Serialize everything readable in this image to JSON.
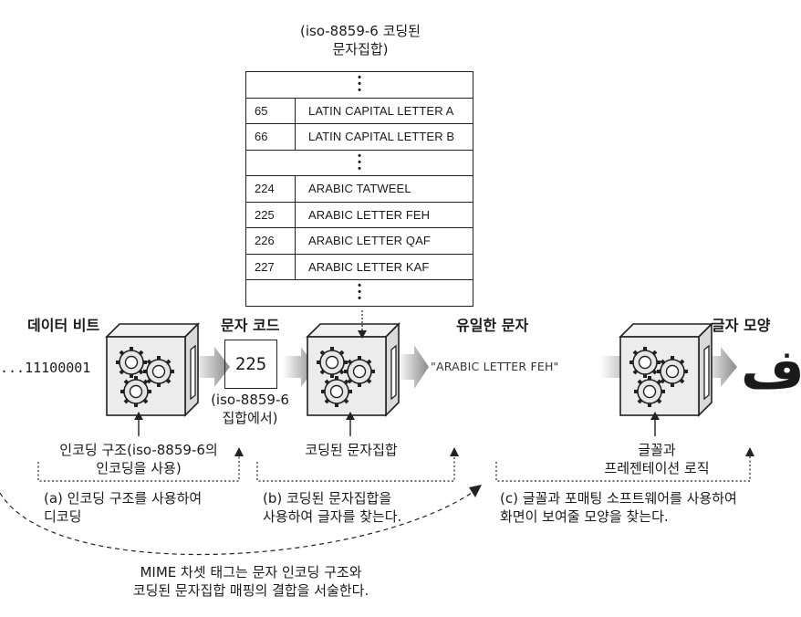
{
  "charset_caption": [
    "(iso-8859-6 코딩된",
    "문자집합)"
  ],
  "charset_rows": [
    {
      "kind": "dots"
    },
    {
      "kind": "entry",
      "code": "65",
      "name": "LATIN CAPITAL LETTER A"
    },
    {
      "kind": "entry",
      "code": "66",
      "name": "LATIN CAPITAL LETTER B"
    },
    {
      "kind": "dots"
    },
    {
      "kind": "entry",
      "code": "224",
      "name": "ARABIC TATWEEL"
    },
    {
      "kind": "entry",
      "code": "225",
      "name": "ARABIC LETTER FEH"
    },
    {
      "kind": "entry",
      "code": "226",
      "name": "ARABIC LETTER QAF"
    },
    {
      "kind": "entry",
      "code": "227",
      "name": "ARABIC LETTER KAF"
    },
    {
      "kind": "dots"
    }
  ],
  "headers": {
    "data_bits": "데이터 비트",
    "char_code": "문자 코드",
    "unique_char": "유일한 문자",
    "glyph": "글자 모양"
  },
  "bits": "...11100001",
  "code_value": "225",
  "code_note": [
    "(iso-8859-6",
    "집합에서)"
  ],
  "unique_char_value": "\"ARABIC LETTER FEH\"",
  "glyph_char": "ف",
  "inputs": {
    "encoding": [
      "인코딩 구조(iso-8859-6의",
      "인코딩을 사용)"
    ],
    "charset": "코딩된 문자집합",
    "font": [
      "글꼴과",
      "프레젠테이션 로직"
    ]
  },
  "steps": {
    "a": [
      "(a) 인코딩 구조를 사용하여",
      "디코딩"
    ],
    "b": [
      "(b) 코딩된 문자집합을",
      "사용하여 글자를 찾는다."
    ],
    "c": [
      "(c) 글꼴과 포매팅 소프트웨어를 사용하여",
      "화면이 보여줄 모양을 찾는다."
    ]
  },
  "mime_note": [
    "MIME 차셋 태그는 문자 인코딩 구조와",
    "코딩된 문자집합 매핑의 결합을 서술한다."
  ]
}
